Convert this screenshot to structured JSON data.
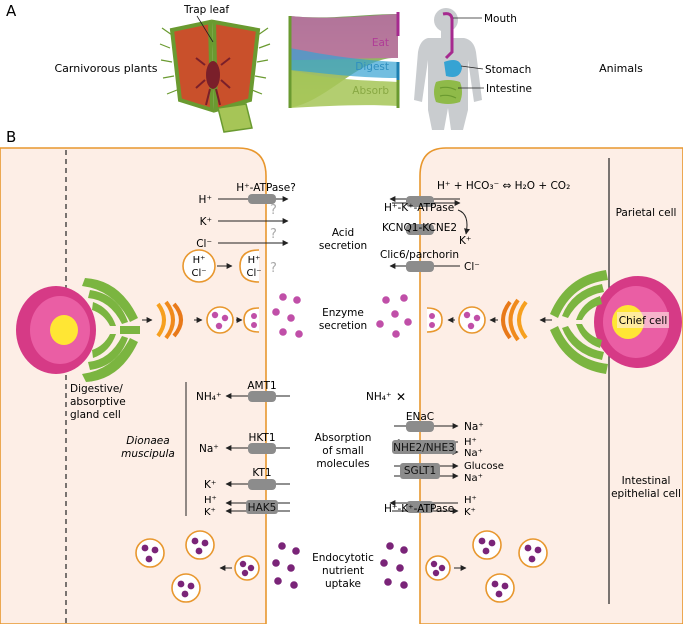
{
  "panel_a": {
    "letter": "A",
    "plants_label": "Carnivorous plants",
    "animals_label": "Animals",
    "trap_leaf_label": "Trap leaf",
    "flow": {
      "eat": "Eat",
      "digest": "Digest",
      "absorb": "Absorb"
    },
    "organs": {
      "mouth": "Mouth",
      "stomach": "Stomach",
      "intestine": "Intestine"
    }
  },
  "panel_b": {
    "letter": "B",
    "cells": {
      "parietal": "Parietal cell",
      "chief": "Chief cell",
      "intestinal_line1": "Intestinal",
      "intestinal_line2": "epithelial cell",
      "gland_line1": "Digestive/",
      "gland_line2": "absorptive",
      "gland_line3": "gland cell"
    },
    "processes": {
      "acid_line1": "Acid",
      "acid_line2": "secretion",
      "enzyme_line1": "Enzyme",
      "enzyme_line2": "secretion",
      "absorption_line1": "Absorption",
      "absorption_line2": "of small",
      "absorption_line3": "molecules",
      "endo_line1": "Endocytotic",
      "endo_line2": "nutrient",
      "endo_line3": "uptake"
    },
    "species_line1": "Dionaea",
    "species_line2": "muscipula",
    "plant_transporters": {
      "atpase": "H⁺-ATPase?",
      "amt1": "AMT1",
      "hkt1": "HKT1",
      "kt1": "KT1",
      "hak5": "HAK5"
    },
    "plant_ions": {
      "h": "H⁺",
      "k": "K⁺",
      "cl": "Cl⁻",
      "in_h": "H⁺",
      "in_cl": "Cl⁻",
      "out_h": "H⁺",
      "out_cl": "Cl⁻",
      "nh4": "NH₄⁺",
      "na": "Na⁺",
      "kt1_k": "K⁺",
      "hak5_h": "H⁺",
      "hak5_k": "K⁺"
    },
    "question_mark": "?",
    "animal_transporters": {
      "hk_atpase": "H⁺-K⁺-ATPase",
      "kcnq": "KCNQ1-KCNE2",
      "clic": "Clic6/parchorin",
      "enac": "ENaC",
      "nhe": "NHE2/NHE3",
      "sglt": "SGLT1",
      "hk_atpase2": "H⁺-K⁺-ATPase"
    },
    "animal_ions": {
      "equation": "H⁺ + HCO₃⁻  ⇔  H₂O + CO₂",
      "k1": "K⁺",
      "cl": "Cl⁻",
      "nh4": "NH₄⁺",
      "cross": "✕",
      "na1": "Na⁺",
      "h2": "H⁺",
      "na2": "Na⁺",
      "glucose": "Glucose",
      "na3": "Na⁺",
      "h3": "H⁺",
      "k3": "K⁺"
    }
  },
  "colors": {
    "membrane": "#e8972e",
    "cell_fill": "#fdeee6",
    "eat": "#c565b0",
    "digest": "#36a3d3",
    "absorb": "#a6c557",
    "vesicle_purple_light": "#c04fa8",
    "vesicle_purple_dark": "#7a2478",
    "transporter": "#8c8c8c",
    "er_green": "#7bb540",
    "golgi_orange": "#f08a1c"
  }
}
